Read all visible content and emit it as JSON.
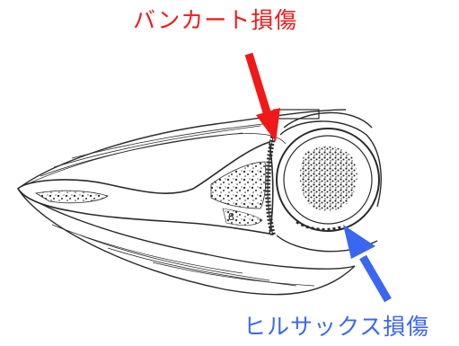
{
  "labels": {
    "bankart": "バンカート損傷",
    "hill_sachs": "ヒルサックス損傷"
  },
  "colors": {
    "bankart": "#f01818",
    "hill_sachs": "#3a66f0",
    "line": "#2a2a2a",
    "background": "#ffffff"
  },
  "icons": {
    "bankart_arrow": "arrow-down-red",
    "hill_sachs_arrow": "arrow-up-left-blue"
  }
}
